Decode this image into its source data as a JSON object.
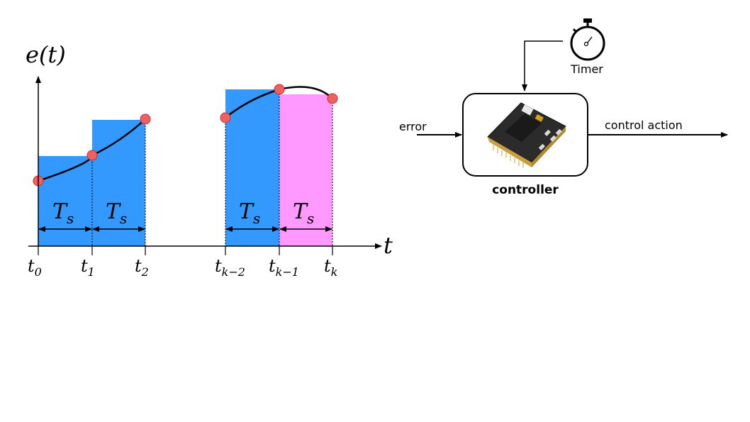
{
  "plot": {
    "y_axis_label": "e(t)",
    "x_axis_label": "t",
    "period_label": "T",
    "period_subscript": "s",
    "ticks": [
      {
        "base": "t",
        "sub": "0"
      },
      {
        "base": "t",
        "sub": "1"
      },
      {
        "base": "t",
        "sub": "2"
      },
      {
        "base": "t",
        "sub": "k−2"
      },
      {
        "base": "t",
        "sub": "k−1"
      },
      {
        "base": "t",
        "sub": "k"
      }
    ],
    "colors": {
      "hold_area": "#3399ff",
      "current_interval": "#ff99ff",
      "sample_point": "#f06060",
      "axis": "#000000"
    }
  },
  "block_diagram": {
    "input_label": "error",
    "output_label": "control action",
    "timer_label": "Timer",
    "controller_label": "controller",
    "timer_icon": "stopwatch-icon",
    "board_icon": "microcontroller-board-icon"
  }
}
